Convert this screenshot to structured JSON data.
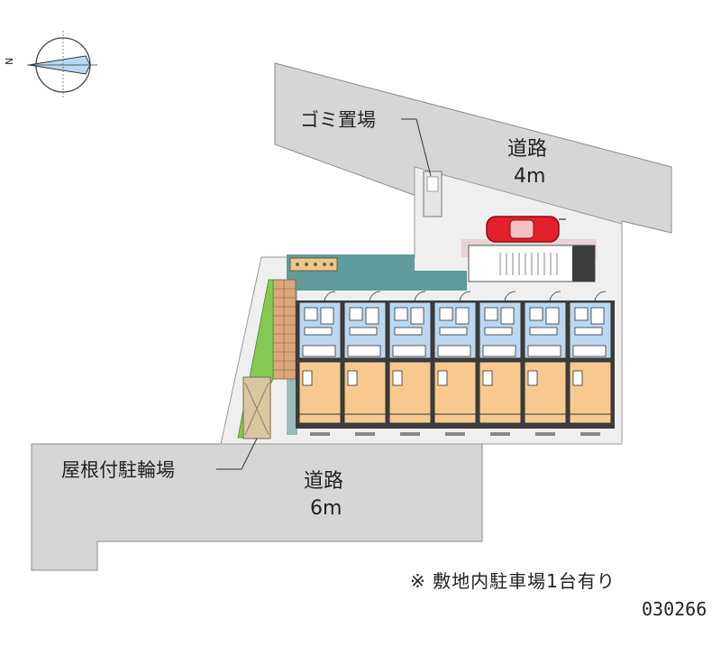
{
  "labels": {
    "road_north_name": "道路",
    "road_north_width": "4m",
    "road_south_name": "道路",
    "road_south_width": "6m",
    "garbage": "ゴミ置場",
    "bicycle": "屋根付駐輪場",
    "note": "※ 敷地内駐車場1台有り",
    "code": "030266"
  },
  "compass": {
    "north": "N"
  },
  "units": {
    "count": 7
  },
  "colors": {
    "road": "#d6d6d6",
    "site": "#efefef",
    "teal": "#5f9b9b",
    "room_blue": "#bcd8f0",
    "room_orange": "#f7c98e",
    "building_dark": "#3c3c3c",
    "car": "#e4202a",
    "green": "#86c854"
  }
}
